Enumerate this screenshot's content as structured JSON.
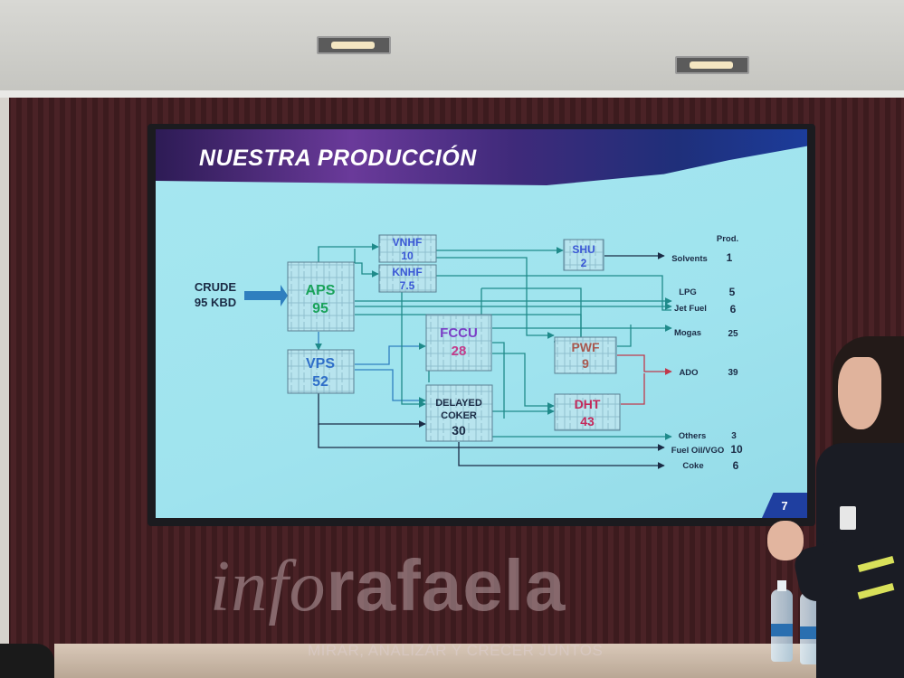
{
  "slide": {
    "title": "NUESTRA PRODUCCIÓN",
    "page_number": "7"
  },
  "diagram": {
    "input": {
      "label": "CRUDE",
      "value": "95 KBD"
    },
    "units": [
      {
        "id": "vnhf",
        "name": "VNHF",
        "value": "10",
        "name_color": "#3a57d6",
        "value_color": "#3a57d6"
      },
      {
        "id": "knhf",
        "name": "KNHF",
        "value": "7.5",
        "name_color": "#3a57d6",
        "value_color": "#3a57d6"
      },
      {
        "id": "shu",
        "name": "SHU",
        "value": "2",
        "name_color": "#3a57d6",
        "value_color": "#3a57d6"
      },
      {
        "id": "aps",
        "name": "APS",
        "value": "95",
        "name_color": "#19a35a",
        "value_color": "#19a35a"
      },
      {
        "id": "vps",
        "name": "VPS",
        "value": "52",
        "name_color": "#2f6fc9",
        "value_color": "#2f6fc9"
      },
      {
        "id": "fccu",
        "name": "FCCU",
        "value": "28",
        "name_color": "#7b3fc6",
        "value_color": "#c43a8a"
      },
      {
        "id": "pwf",
        "name": "PWF",
        "value": "9",
        "name_color": "#a8584e",
        "value_color": "#a8584e"
      },
      {
        "id": "dht",
        "name": "DHT",
        "value": "43",
        "name_color": "#c4285a",
        "value_color": "#c4285a"
      },
      {
        "id": "coker",
        "name": "DELAYED\nCOKER",
        "value": "30",
        "name_color": "#1b2b45",
        "value_color": "#1b2b45"
      }
    ],
    "prod_header": "Prod.",
    "products": [
      {
        "name": "Solvents",
        "value": "1"
      },
      {
        "name": "LPG",
        "value": "5"
      },
      {
        "name": "Jet Fuel",
        "value": "6"
      },
      {
        "name": "Mogas",
        "value": "25"
      },
      {
        "name": "ADO",
        "value": "39"
      },
      {
        "name": "Others",
        "value": "3"
      },
      {
        "name": "Fuel Oil/VGO",
        "value": "10"
      },
      {
        "name": "Coke",
        "value": "6"
      }
    ],
    "colors": {
      "line_teal": "#1f8a8a",
      "line_dark": "#1b2b45",
      "line_red": "#c0394b",
      "arrow": "#2f7fbf"
    }
  },
  "watermark": {
    "brand_thin": "info",
    "brand_bold": "rafaela",
    "tagline": "MIRAR, ANALIZAR Y CRECER JUNTOS"
  }
}
